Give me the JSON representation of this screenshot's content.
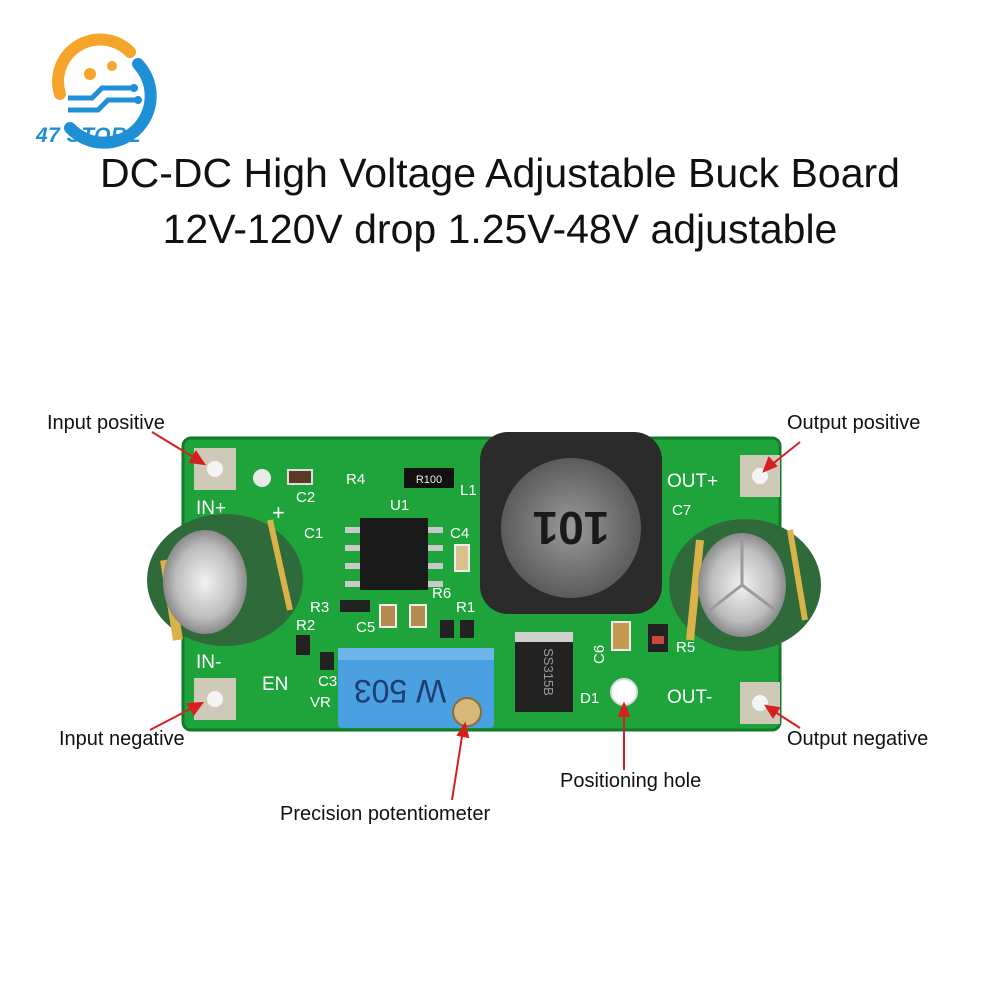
{
  "brand": {
    "name": "47 STORE"
  },
  "title": {
    "line1": "DC-DC High Voltage Adjustable Buck Board",
    "line2": "12V-120V drop 1.25V-48V adjustable"
  },
  "callouts": {
    "input_positive": "Input positive",
    "input_negative": "Input negative",
    "output_positive": "Output positive",
    "output_negative": "Output negative",
    "positioning_hole": "Positioning hole",
    "precision_potentiometer": "Precision potentiometer"
  },
  "silkscreen": {
    "in_plus": "IN+",
    "in_minus": "IN-",
    "out_plus": "OUT+",
    "out_minus": "OUT-",
    "en": "EN",
    "vr": "VR",
    "plus": "+",
    "c1": "C1",
    "c2": "C2",
    "c3": "C3",
    "c4": "C4",
    "c5": "C5",
    "c6": "C6",
    "c7": "C7",
    "r1": "R1",
    "r2": "R2",
    "r3": "R3",
    "r4": "R4",
    "r5": "R5",
    "r6": "R6",
    "u1": "U1",
    "l1": "L1",
    "d1": "D1"
  },
  "markings": {
    "inductor": "101",
    "diode": "SS315B",
    "pot": "W 503",
    "resistor": "R100"
  },
  "colors": {
    "pcb": "#1fa43c",
    "inductor_body": "#2b2b2b",
    "pot_body": "#4aa0e0",
    "capacitor": "#2f6a3a",
    "arrow": "#d62020",
    "logo_orange": "#f4a52a",
    "logo_blue": "#1f8fd6"
  }
}
